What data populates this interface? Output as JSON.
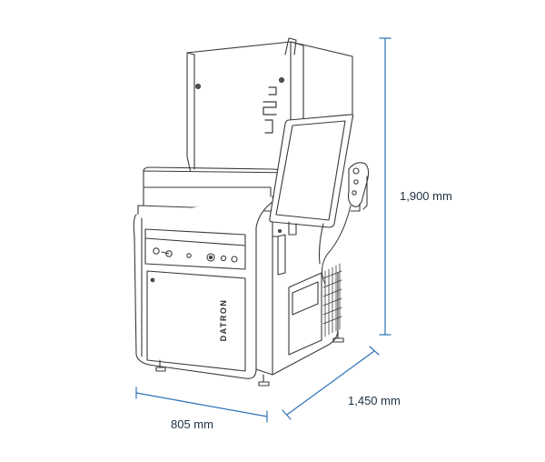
{
  "dimensions": {
    "height": "1,900 mm",
    "depth": "1,450 mm",
    "width": "805 mm"
  },
  "machine": {
    "brand": "DATRON"
  },
  "colors": {
    "dimension_line": "#2e73b8",
    "outline": "#3a3a3a",
    "background": "#ffffff"
  }
}
